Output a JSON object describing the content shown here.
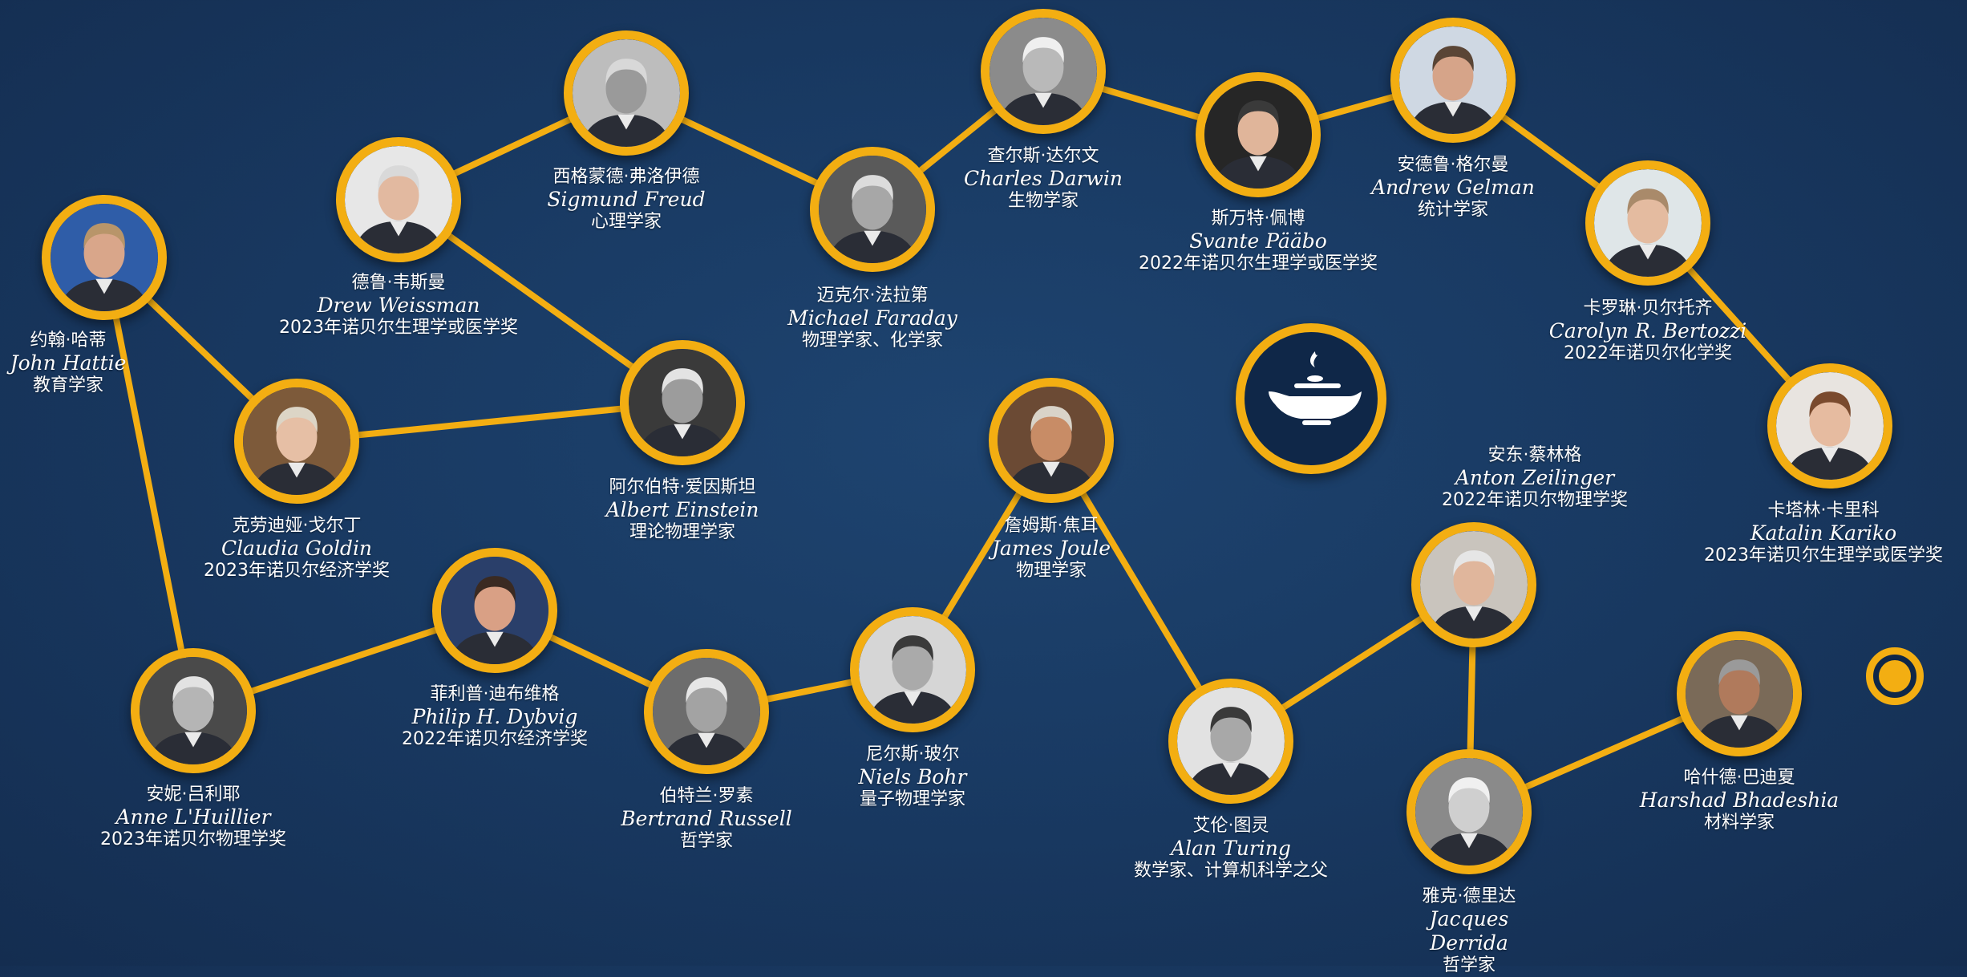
{
  "theme": {
    "ring_color": "#f3ae12",
    "line_color": "#f3ae12",
    "background": "#193a63",
    "logo_bg": "#0f2748"
  },
  "logo": {
    "icon": "oil-lamp-icon"
  },
  "people": [
    {
      "id": "hattie",
      "cn": "约翰·哈蒂",
      "en": "John Hattie",
      "role": "教育学家",
      "skin": "#d9a68a",
      "hair": "#b8956a",
      "bg": "#2f5da8"
    },
    {
      "id": "weissman",
      "cn": "德鲁·韦斯曼",
      "en": "Drew Weissman",
      "role": "2023年诺贝尔生理学或医学奖",
      "skin": "#e2b9a0",
      "hair": "#d9d9d9",
      "bg": "#e7e7e7"
    },
    {
      "id": "freud",
      "cn": "西格蒙德·弗洛伊德",
      "en": "Sigmund Freud",
      "role": "心理学家",
      "skin": "#9a9a9a",
      "hair": "#d8d8d8",
      "bg": "#bdbdbd"
    },
    {
      "id": "faraday",
      "cn": "迈克尔·法拉第",
      "en": "Michael Faraday",
      "role": "物理学家、化学家",
      "skin": "#a7a7a7",
      "hair": "#dcdcdc",
      "bg": "#5a5a5a"
    },
    {
      "id": "darwin",
      "cn": "查尔斯·达尔文",
      "en": "Charles Darwin",
      "role": "生物学家",
      "skin": "#b9b9b9",
      "hair": "#efefef",
      "bg": "#8b8b8b"
    },
    {
      "id": "paabo",
      "cn": "斯万特·佩博",
      "en": "Svante Pääbo",
      "role": "2022年诺贝尔生理学或医学奖",
      "skin": "#e0b59a",
      "hair": "#3a3a3a",
      "bg": "#262626"
    },
    {
      "id": "gelman",
      "cn": "安德鲁·格尔曼",
      "en": "Andrew Gelman",
      "role": "统计学家",
      "skin": "#d6a489",
      "hair": "#5a4536",
      "bg": "#cfd8e3"
    },
    {
      "id": "bertozzi",
      "cn": "卡罗琳·贝尔托齐",
      "en": "Carolyn R. Bertozzi",
      "role": "2022年诺贝尔化学奖",
      "skin": "#e4bba0",
      "hair": "#a98a6a",
      "bg": "#dfe6e8"
    },
    {
      "id": "kariko",
      "cn": "卡塔林·卡里科",
      "en": "Katalin Kariko",
      "role": "2023年诺贝尔生理学或医学奖",
      "skin": "#e6bba0",
      "hair": "#7a4a2e",
      "bg": "#e8e4e0"
    },
    {
      "id": "goldin",
      "cn": "克劳迪娅·戈尔丁",
      "en": "Claudia Goldin",
      "role": "2023年诺贝尔经济学奖",
      "skin": "#e6bfa5",
      "hair": "#dcd5c6",
      "bg": "#7d5a3a"
    },
    {
      "id": "einstein",
      "cn": "阿尔伯特·爱因斯坦",
      "en": "Albert Einstein",
      "role": "理论物理学家",
      "skin": "#9c9c9c",
      "hair": "#e3e3e3",
      "bg": "#3a3a3a"
    },
    {
      "id": "joule",
      "cn": "詹姆斯·焦耳",
      "en": "James Joule",
      "role": "物理学家",
      "skin": "#c88c66",
      "hair": "#d9d3c8",
      "bg": "#6b4a34"
    },
    {
      "id": "zeilinger",
      "cn": "安东·蔡林格",
      "en": "Anton Zeilinger",
      "role": "2022年诺贝尔物理学奖",
      "skin": "#e0b69c",
      "hair": "#e6e6e6",
      "bg": "#c9c4bd"
    },
    {
      "id": "lhuillier",
      "cn": "安妮·吕利耶",
      "en": "Anne L'Huillier",
      "role": "2023年诺贝尔物理学奖",
      "skin": "#b5b5b5",
      "hair": "#e2e2e2",
      "bg": "#4a4a4a"
    },
    {
      "id": "dybvig",
      "cn": "菲利普·迪布维格",
      "en": "Philip H. Dybvig",
      "role": "2022年诺贝尔经济学奖",
      "skin": "#d9a085",
      "hair": "#3a2a22",
      "bg": "#2a3f6a"
    },
    {
      "id": "russell",
      "cn": "伯特兰·罗素",
      "en": "Bertrand Russell",
      "role": "哲学家",
      "skin": "#a3a3a3",
      "hair": "#e6e6e6",
      "bg": "#6d6d6d"
    },
    {
      "id": "bohr",
      "cn": "尼尔斯·玻尔",
      "en": "Niels Bohr",
      "role": "量子物理学家",
      "skin": "#aaaaaa",
      "hair": "#3a3a3a",
      "bg": "#d6d6d6"
    },
    {
      "id": "turing",
      "cn": "艾伦·图灵",
      "en": "Alan Turing",
      "role": "数学家、计算机科学之父",
      "skin": "#a8a8a8",
      "hair": "#3a3a3a",
      "bg": "#e2e2e2"
    },
    {
      "id": "derrida",
      "cn": "雅克·德里达",
      "en": "Jacques Derrida",
      "role": "哲学家",
      "skin": "#cfcfcf",
      "hair": "#f0f0f0",
      "bg": "#8a8a8a"
    },
    {
      "id": "bhadeshia",
      "cn": "哈什德·巴迪夏",
      "en": "Harshad Bhadeshia",
      "role": "材料学家",
      "skin": "#b07a5c",
      "hair": "#9a9a9a",
      "bg": "#7a6a58"
    }
  ],
  "links": [
    [
      "hattie",
      "goldin"
    ],
    [
      "hattie",
      "lhuillier"
    ],
    [
      "goldin",
      "einstein"
    ],
    [
      "einstein",
      "weissman"
    ],
    [
      "weissman",
      "freud"
    ],
    [
      "freud",
      "faraday"
    ],
    [
      "faraday",
      "darwin"
    ],
    [
      "darwin",
      "paabo"
    ],
    [
      "paabo",
      "gelman"
    ],
    [
      "gelman",
      "bertozzi"
    ],
    [
      "bertozzi",
      "kariko"
    ],
    [
      "lhuillier",
      "dybvig"
    ],
    [
      "dybvig",
      "russell"
    ],
    [
      "russell",
      "bohr"
    ],
    [
      "bohr",
      "joule"
    ],
    [
      "joule",
      "turing"
    ],
    [
      "turing",
      "zeilinger"
    ],
    [
      "zeilinger",
      "derrida"
    ],
    [
      "derrida",
      "bhadeshia"
    ]
  ]
}
